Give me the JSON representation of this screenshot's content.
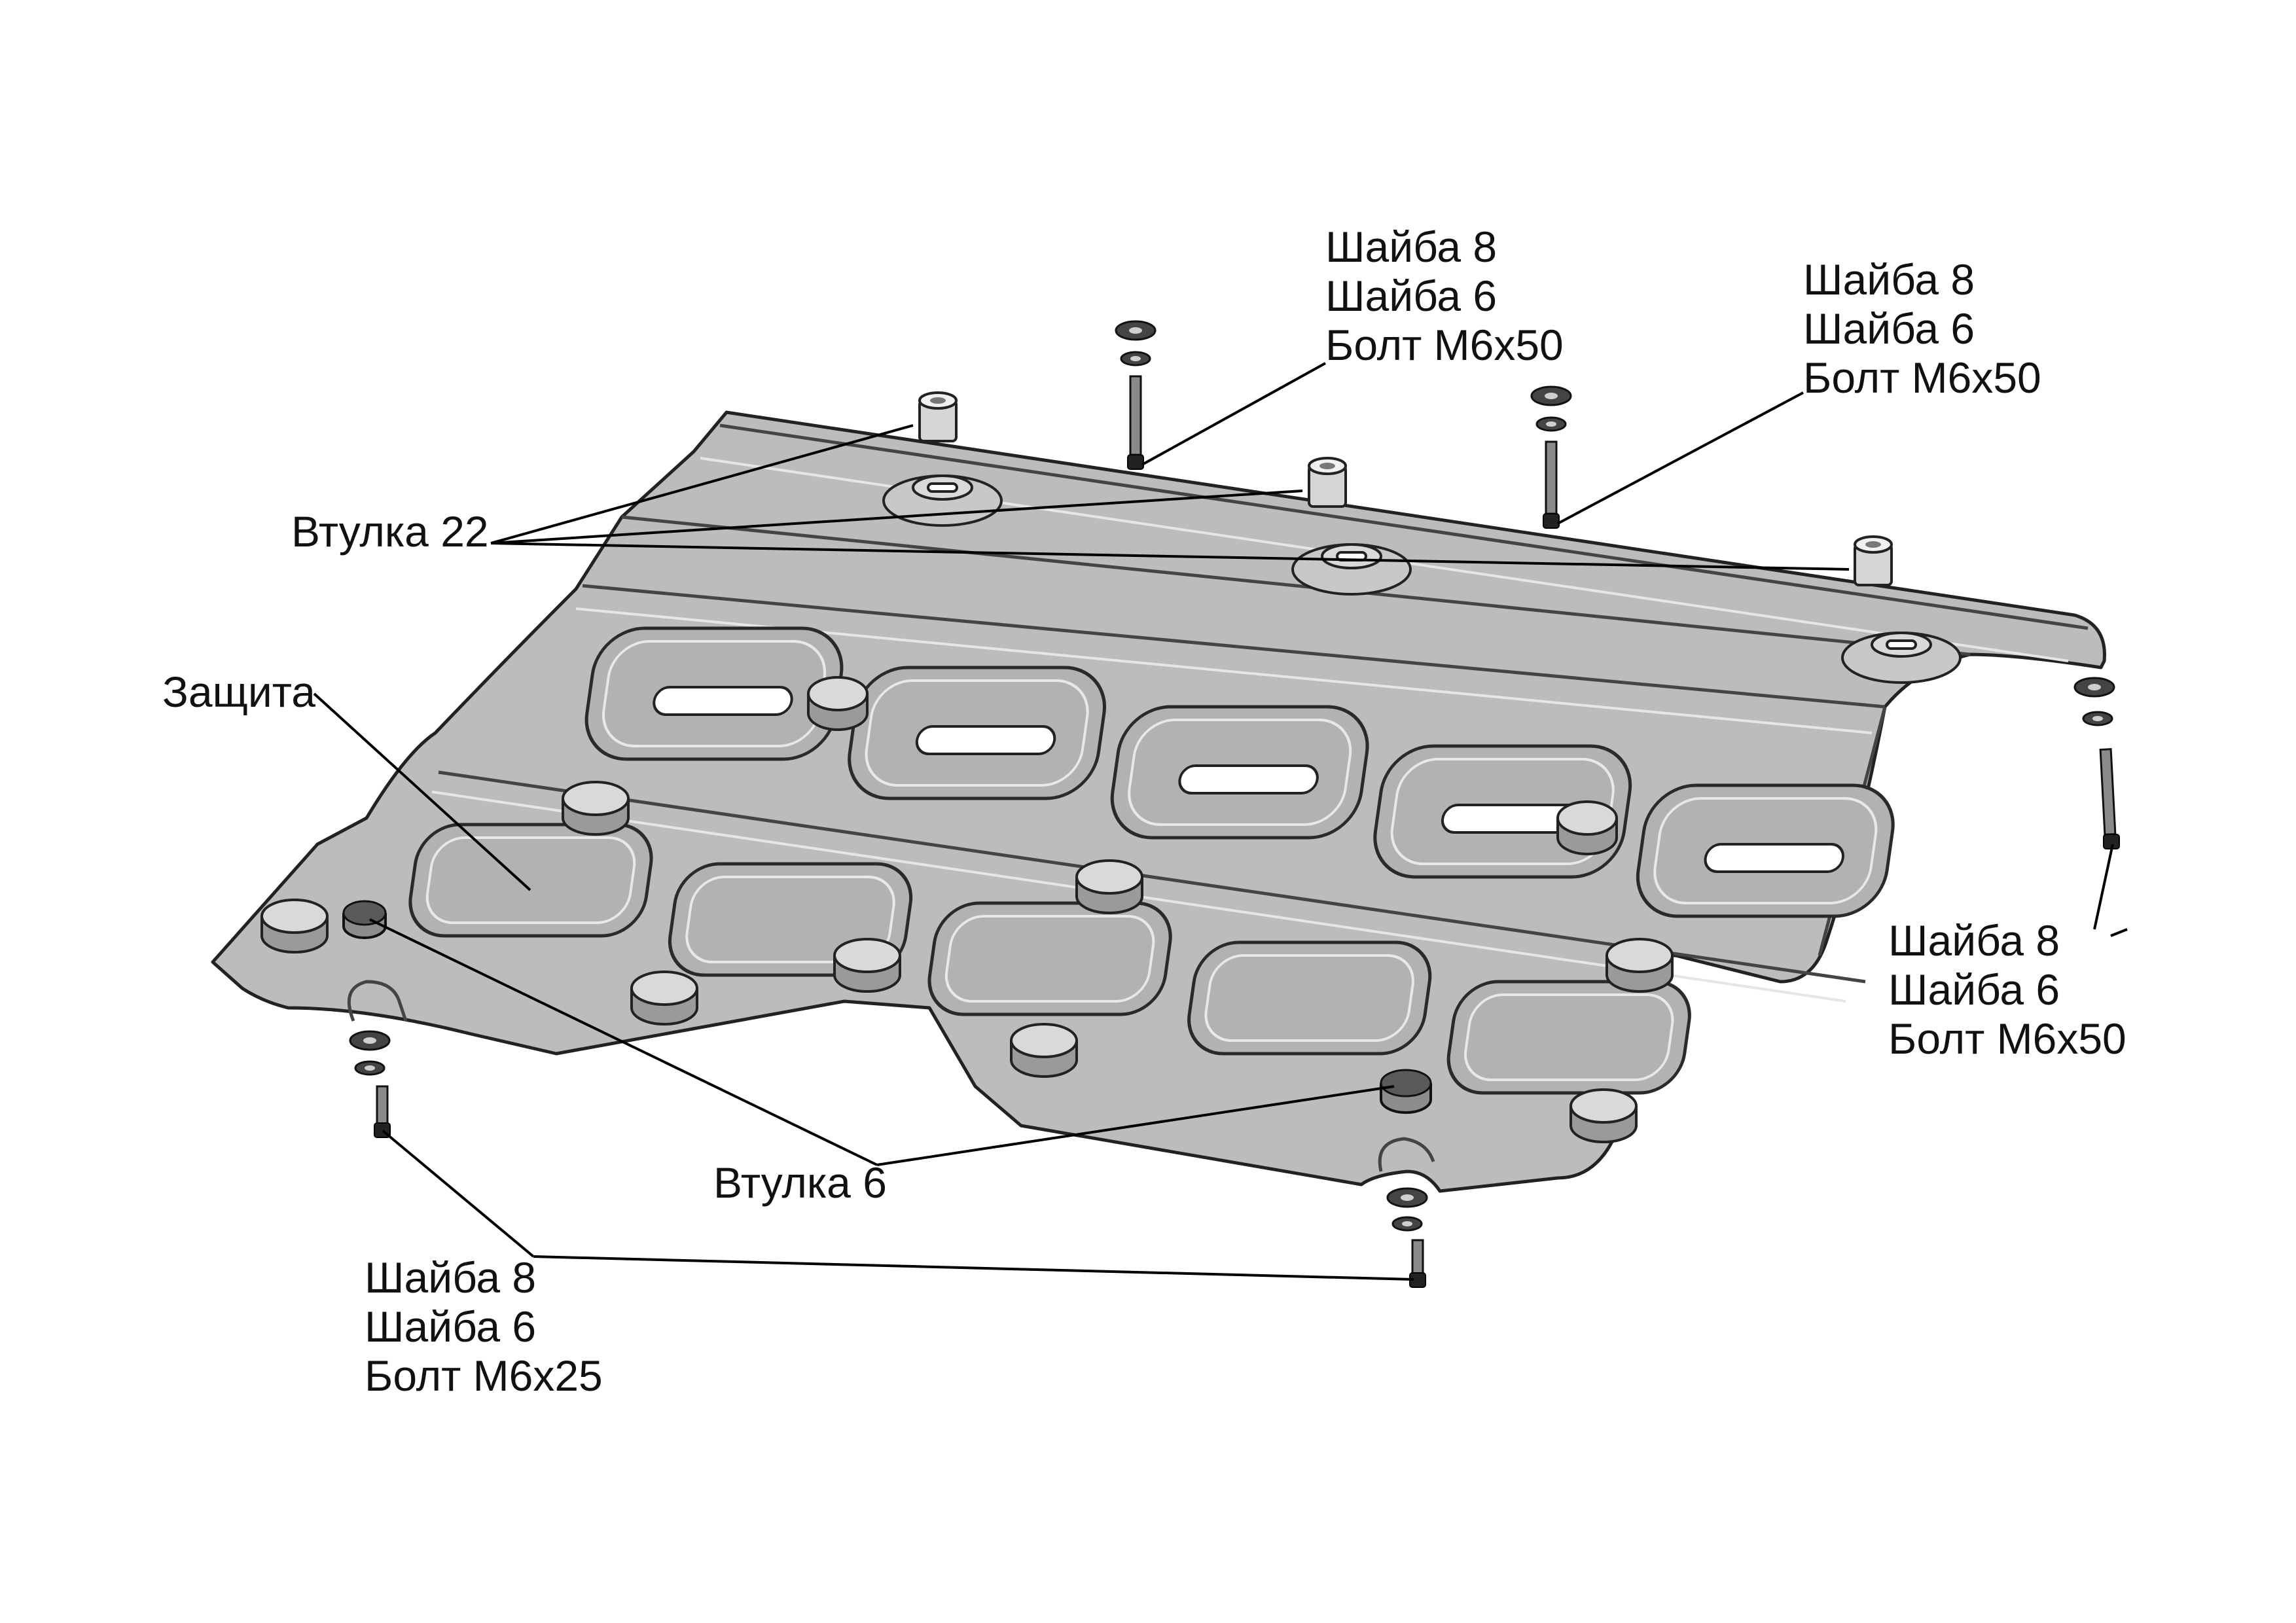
{
  "labels": {
    "top_center": [
      "Шайба 8",
      "Шайба 6",
      "Болт М6х50"
    ],
    "top_right": [
      "Шайба 8",
      "Шайба 6",
      "Болт М6х50"
    ],
    "right": [
      "Шайба 8",
      "Шайба 6",
      "Болт М6х50"
    ],
    "bottom_left": [
      "Шайба 8",
      "Шайба 6",
      "Болт М6х25"
    ],
    "sleeve_22": "Втулка 22",
    "guard": "Защита",
    "sleeve_6": "Втулка 6"
  }
}
